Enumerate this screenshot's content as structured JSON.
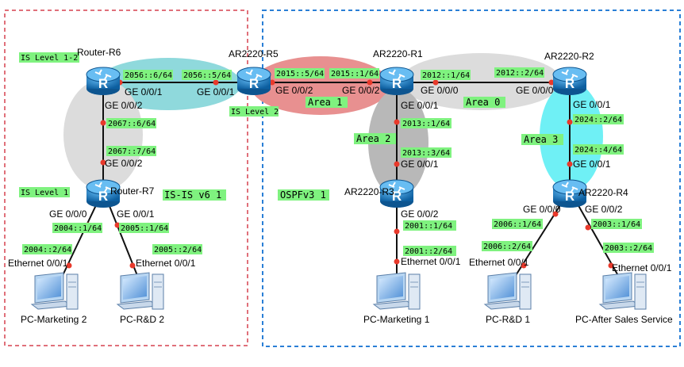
{
  "colors": {
    "tag_bg": "#7ff27f",
    "dot": "#e8392b",
    "router_body": "#1f7fc4",
    "zone_red": "#e0707a",
    "zone_blue": "#2a7fd6",
    "ellipse_cyan": "#8fd9dc",
    "ellipse_grey": "#dcdcdc",
    "ellipse_pink": "#e89090",
    "ellipse_darkgrey": "#b8b8b8",
    "ellipse_aqua": "#6ff0f5"
  },
  "routers": {
    "r6": "Router-R6",
    "r5": "AR2220-R5",
    "r1": "AR2220-R1",
    "r2": "AR2220-R2",
    "r7": "Router-R7",
    "r3": "AR2220-R3",
    "r4": "AR2220-R4"
  },
  "pcs": {
    "marketing2": "PC-Marketing 2",
    "rd2": "PC-R&D 2",
    "marketing1": "PC-Marketing 1",
    "rd1": "PC-R&D 1",
    "aftersales": "PC-After Sales Service"
  },
  "areas": {
    "is_l12": "IS Level 1-2",
    "is_l2": "IS Level 2",
    "is_l1": "IS Level 1",
    "isis_v6": "IS-IS v6 1",
    "ospfv3": "OSPFv3 1",
    "area1": "Area 1",
    "area0": "Area 0",
    "area2": "Area 2",
    "area3": "Area 3"
  },
  "addrs": {
    "a2056_6": "2056::6/64",
    "a2056_5": "2056::5/64",
    "a2015_5": "2015::5/64",
    "a2015_1": "2015::1/64",
    "a2012_1": "2012::1/64",
    "a2012_2": "2012::2/64",
    "a2067_6": "2067::6/64",
    "a2067_7": "2067::7/64",
    "a2013_1": "2013::1/64",
    "a2013_3": "2013::3/64",
    "a2024_2": "2024::2/64",
    "a2024_4": "2024::4/64",
    "a2004_1": "2004::1/64",
    "a2004_2": "2004::2/64",
    "a2005_1": "2005::1/64",
    "a2005_2": "2005::2/64",
    "a2001_1": "2001::1/64",
    "a2001_2": "2001::2/64",
    "a2006_1": "2006::1/64",
    "a2006_2": "2006::2/64",
    "a2003_1": "2003::1/64",
    "a2003_2": "2003::2/64"
  },
  "ifaces": {
    "ge001": "GE 0/0/1",
    "ge002": "GE 0/0/2",
    "ge000": "GE 0/0/0",
    "eth001": "Ethernet 0/0/1"
  }
}
